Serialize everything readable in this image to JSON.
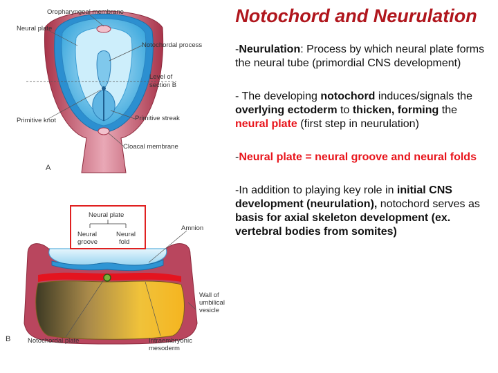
{
  "slide": {
    "title": "Notochord and Neurulation",
    "p1": {
      "dash": "-",
      "term": "Neurulation",
      "colon": ":",
      "text": " Process by which neural plate forms the neural tube (primordial CNS development)"
    },
    "p2": {
      "t1": "- The developing ",
      "b1": "notochord",
      "t2": " induces/signals the ",
      "b2": "overlying ectoderm",
      "t3": " to ",
      "b3": "thicken, forming",
      "t4": " the ",
      "r1": "neural plate",
      "t5": " (first step in neurulation)"
    },
    "p3": {
      "dash": "-",
      "red": "Neural plate = neural groove and neural folds"
    },
    "p4": {
      "t1": "-In addition to playing key role in ",
      "b1": "initial CNS development (neurulation),",
      "t2": " notochord serves as ",
      "b2": "basis for axial skeleton development (ex. vertebral bodies from somites)"
    }
  },
  "figure_a": {
    "oropharyngeal": "Oropharyngeal membrane",
    "neural_plate": "Neural plate",
    "notochordal_process": "Notochordal process",
    "level_line1": "Level of",
    "level_line2": "section B",
    "primitive_knot": "Primitive knot",
    "primitive_streak": "Primitive streak",
    "cloacal": "Cloacal membrane",
    "letter": "A"
  },
  "figure_b": {
    "neural_plate": "Neural plate",
    "neural_groove_1": "Neural",
    "neural_groove_2": "groove",
    "neural_fold_1": "Neural",
    "neural_fold_2": "fold",
    "amnion": "Amnion",
    "wall1": "Wall of",
    "wall2": "umbilical",
    "wall3": "vesicle",
    "notochordal_plate": "Notochordal plate",
    "intra1": "Intraembryonic",
    "intra2": "mesoderm",
    "letter": "B"
  },
  "colors": {
    "title": "#b0161d",
    "red_text": "#e8141b",
    "box": "#e02020"
  }
}
